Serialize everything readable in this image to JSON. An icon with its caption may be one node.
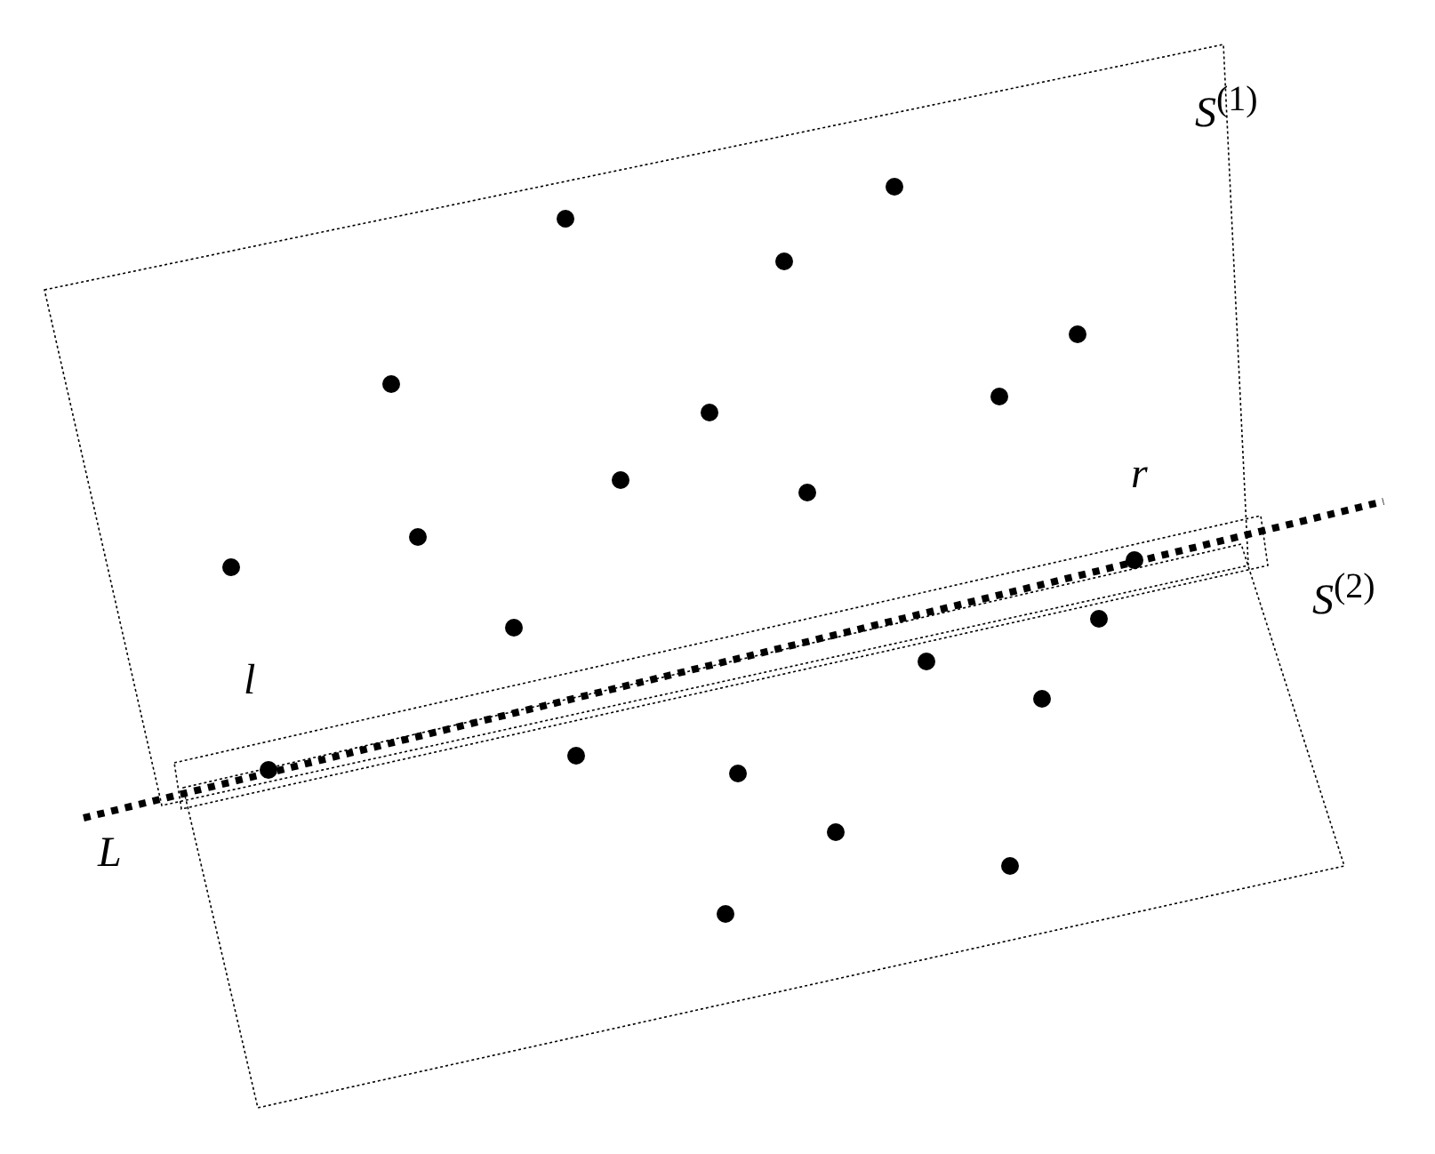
{
  "diagram": {
    "labels": [
      "*S*$^{(1)}$",
      "r",
      "*S*$^{(2)}$",
      "l",
      "L"
    ]
  }
}
